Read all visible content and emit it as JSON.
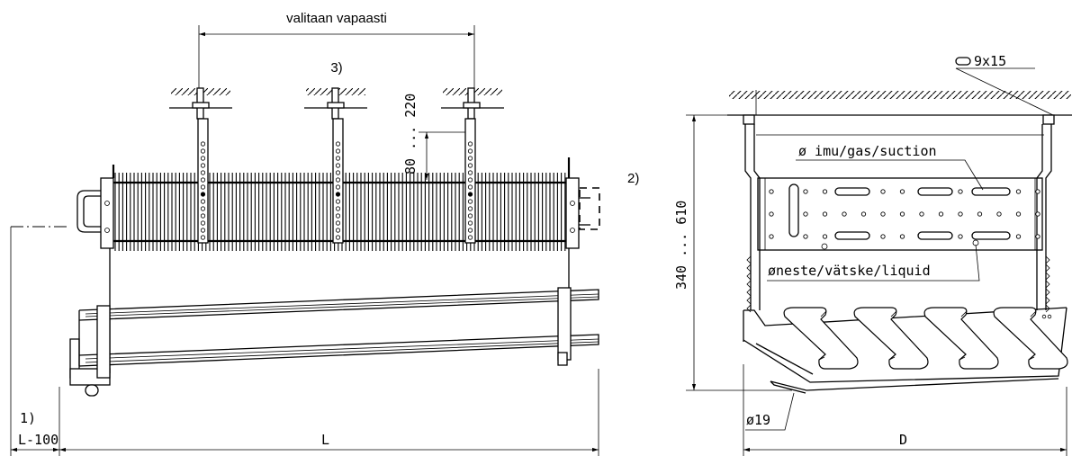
{
  "labels": {
    "span_label": "valitaan vapaasti",
    "note3": "3)",
    "hanger_range": "80 ... 220",
    "note2": "2)",
    "note1": "1)",
    "len_minus": "L-100",
    "length": "L",
    "height_range": "340 ... 610",
    "slot": "9x15",
    "suction": "ø imu/gas/suction",
    "liquid": "øneste/vätske/liquid",
    "drain": "ø19",
    "depth": "D"
  }
}
